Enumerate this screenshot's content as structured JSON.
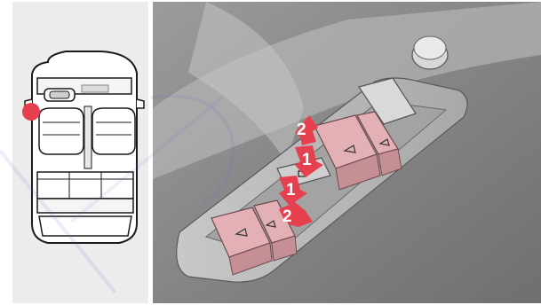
{
  "callouts": {
    "front_up": "2",
    "front_down": "1",
    "rear_down": "1",
    "rear_up": "2"
  },
  "icons": {
    "seat_map": "car-top-view-icon",
    "position_marker": "driver-door-marker-icon",
    "child_lock": "window-lock-icon"
  },
  "colors": {
    "highlight": "#e6404f",
    "highlight_fill": "#e3b0b5",
    "panel_bg": "#ececec",
    "door_bg": "#8a8a8a"
  }
}
